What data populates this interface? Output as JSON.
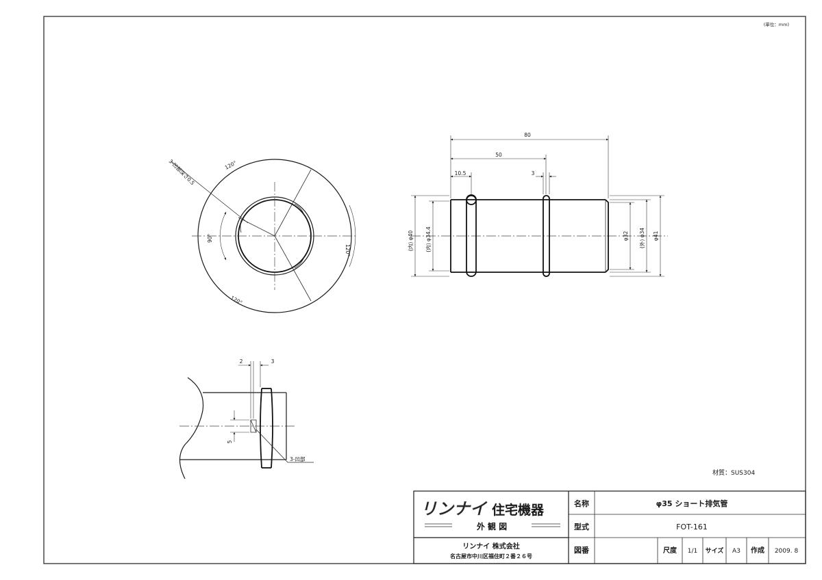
{
  "sheet": {
    "unit_note": "(単位：mm)"
  },
  "front_view": {
    "label_recess": "3-凹部深さ0.5",
    "angle_top": "120°",
    "angle_right": "120°",
    "angle_bottom": "120°",
    "angle_left": "90°"
  },
  "side_view": {
    "dim_overall": "80",
    "dim_50": "50",
    "dim_10_5": "10.5",
    "dim_3": "3",
    "dim_inner_40": "(内) φ40",
    "dim_inner_34_4": "(内) φ34.4",
    "dim_32": "φ32",
    "dim_outer_34": "(外) φ34",
    "dim_41": "φ41"
  },
  "detail_view": {
    "dim_2": "2",
    "dim_3": "3",
    "dim_5": "5",
    "label_recess": "3-凹部"
  },
  "material": "材質：SUS304",
  "title_block": {
    "brand": "リンナイ",
    "division": "住宅機器",
    "drawing_type": "外 観 図",
    "company": "リンナイ 株式会社",
    "address": "名古屋市中川区福住町２番２６号",
    "name_label": "名称",
    "name_value": "φ35 ショート排気管",
    "model_label": "型式",
    "model_value": "FOT-161",
    "drawing_no_label": "図番",
    "drawing_no_value": "",
    "scale_label": "尺度",
    "scale_value": "1/1",
    "size_label": "サイズ",
    "size_value": "A3",
    "created_label": "作成",
    "created_value": "2009. 8"
  }
}
